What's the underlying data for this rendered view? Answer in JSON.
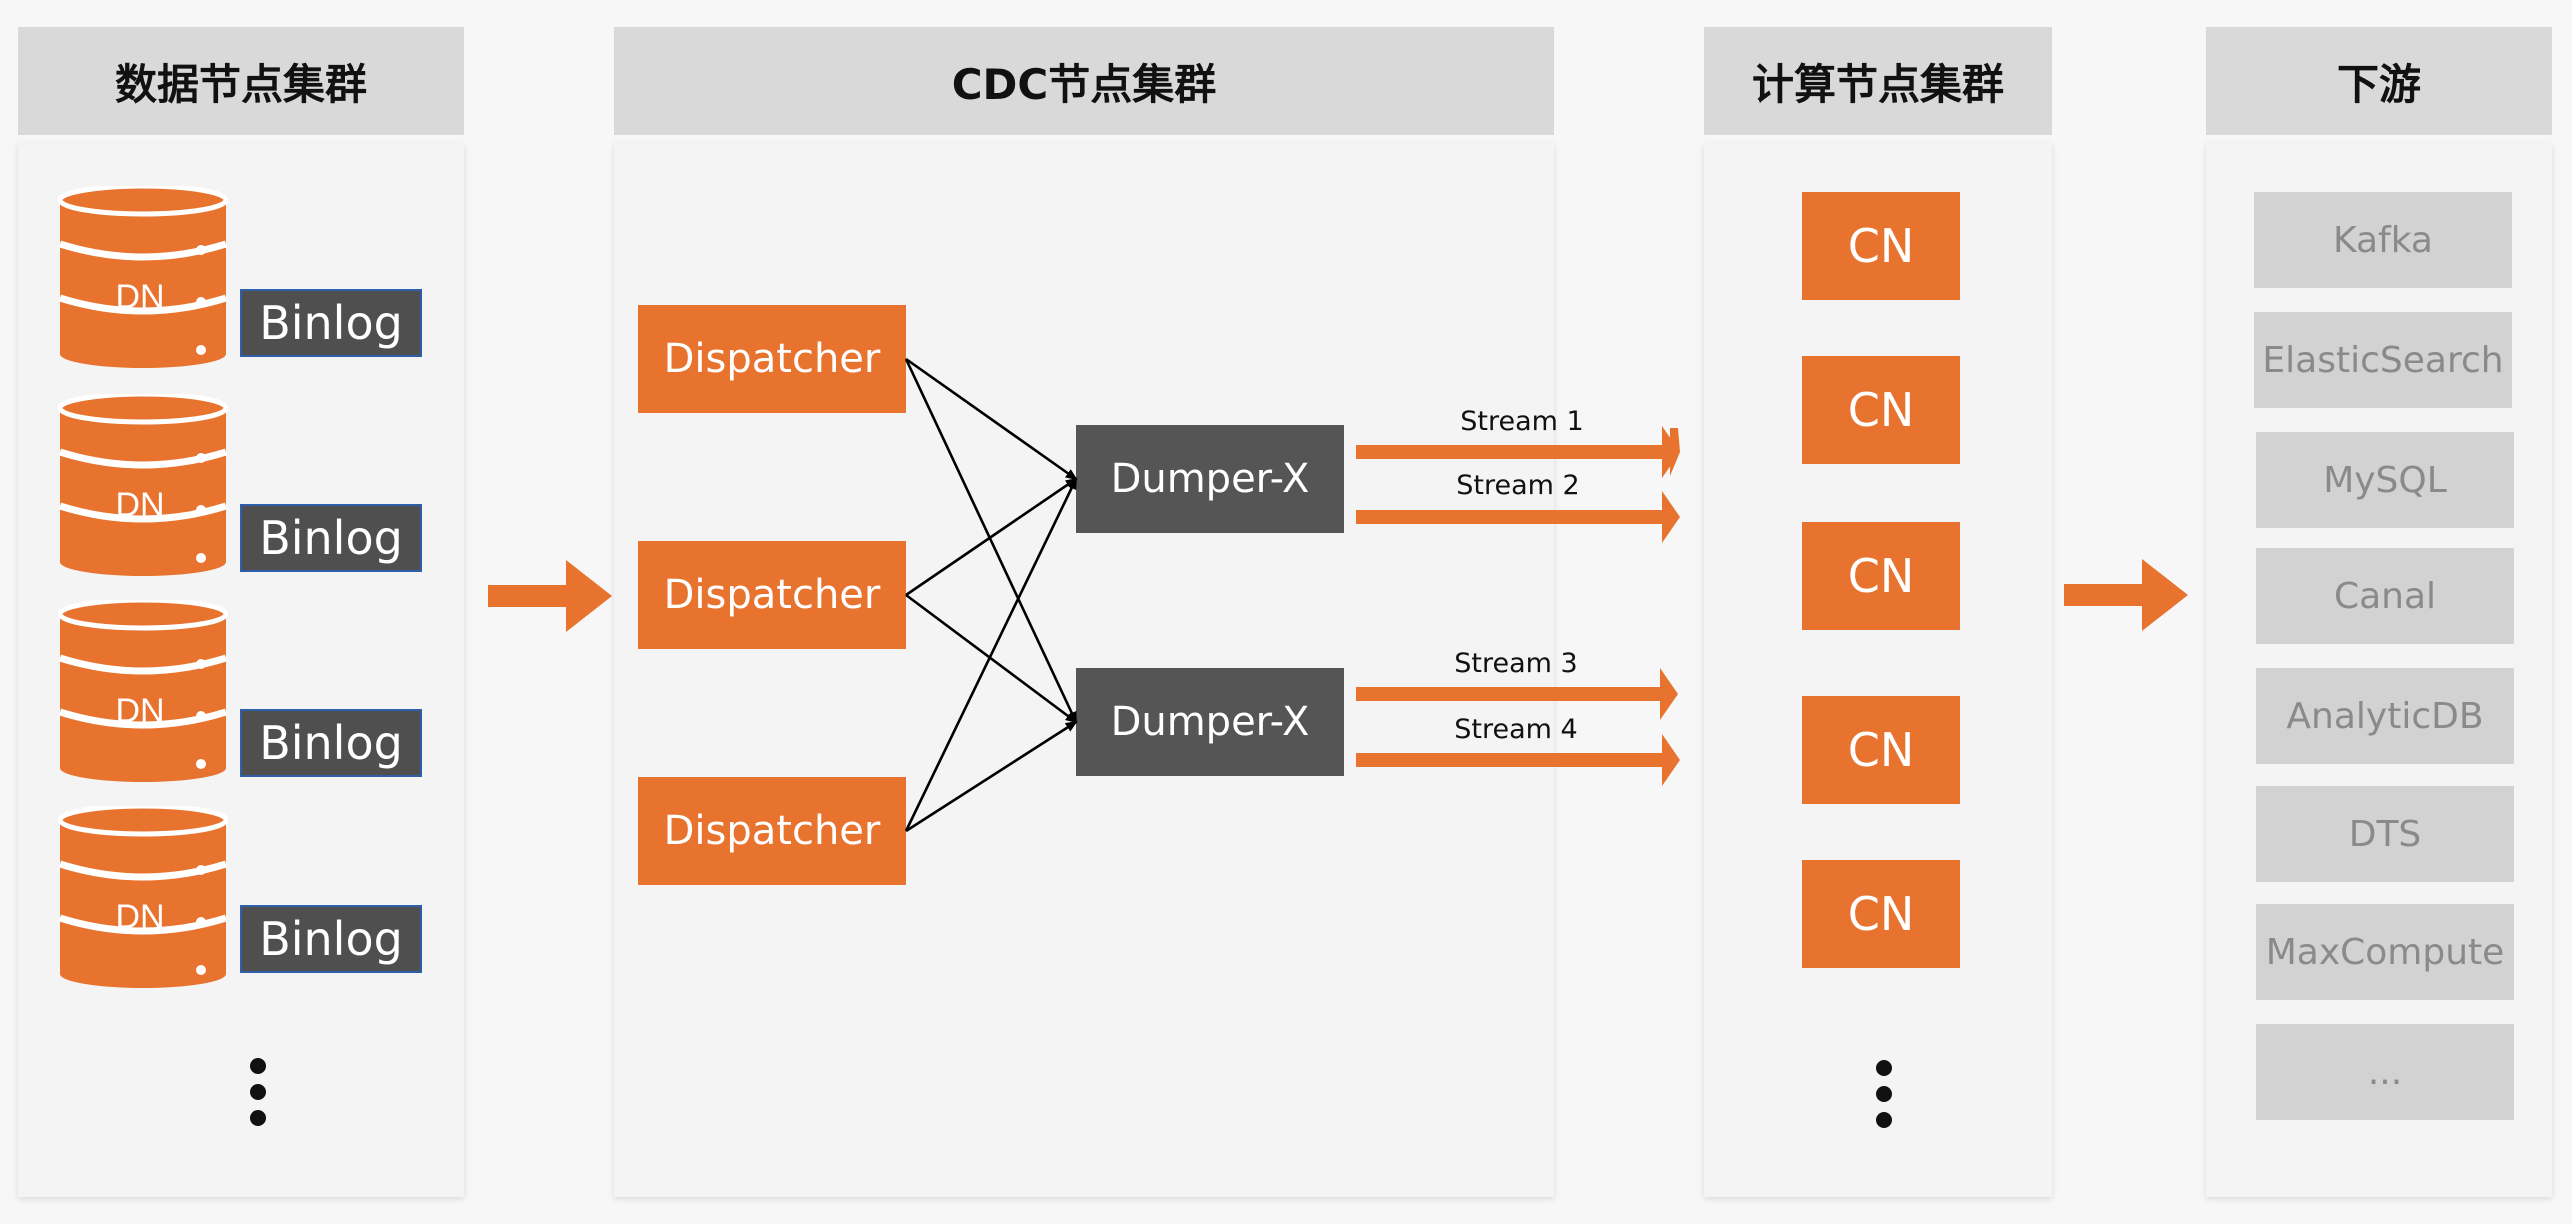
{
  "columns": {
    "data_nodes": {
      "title": "数据节点集群"
    },
    "cdc": {
      "title": "CDC节点集群"
    },
    "compute": {
      "title": "计算节点集群"
    },
    "downstream": {
      "title": "下游"
    }
  },
  "data_nodes": [
    {
      "db_label": "DN",
      "log_label": "Binlog"
    },
    {
      "db_label": "DN",
      "log_label": "Binlog"
    },
    {
      "db_label": "DN",
      "log_label": "Binlog"
    },
    {
      "db_label": "DN",
      "log_label": "Binlog"
    }
  ],
  "dispatchers": [
    {
      "label": "Dispatcher"
    },
    {
      "label": "Dispatcher"
    },
    {
      "label": "Dispatcher"
    }
  ],
  "dumpers": [
    {
      "label": "Dumper-X"
    },
    {
      "label": "Dumper-X"
    }
  ],
  "streams": [
    {
      "label": "Stream 1"
    },
    {
      "label": "Stream 2"
    },
    {
      "label": "Stream 3"
    },
    {
      "label": "Stream 4"
    }
  ],
  "compute_nodes": [
    {
      "label": "CN"
    },
    {
      "label": "CN"
    },
    {
      "label": "CN"
    },
    {
      "label": "CN"
    },
    {
      "label": "CN"
    }
  ],
  "downstream_targets": [
    {
      "label": "Kafka"
    },
    {
      "label": "ElasticSearch"
    },
    {
      "label": "MySQL"
    },
    {
      "label": "Canal"
    },
    {
      "label": "AnalyticDB"
    },
    {
      "label": "DTS"
    },
    {
      "label": "MaxCompute"
    },
    {
      "label": "..."
    }
  ],
  "colors": {
    "accent": "#e8732f",
    "dark_box": "#555555",
    "header_bg": "#d9d9d9",
    "target_bg": "#d2d2d2",
    "binlog_border": "#2f5fa8"
  },
  "icons": {
    "database": "database-icon",
    "arrow": "arrow-right-icon",
    "ellipsis": "vertical-ellipsis-icon"
  }
}
